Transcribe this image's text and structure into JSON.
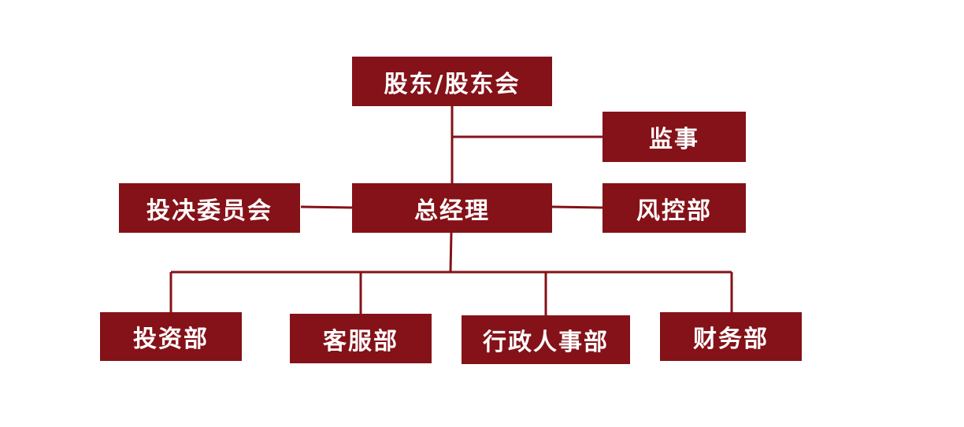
{
  "colors": {
    "box": "#841218",
    "text": "#ffffff",
    "line": "#841218"
  },
  "nodes": {
    "shareholders": "股东/股东会",
    "supervisor": "监事",
    "general_manager": "总经理",
    "investment_committee": "投决委员会",
    "risk_control": "风控部",
    "investment_dept": "投资部",
    "customer_service": "客服部",
    "admin_hr": "行政人事部",
    "finance": "财务部"
  }
}
